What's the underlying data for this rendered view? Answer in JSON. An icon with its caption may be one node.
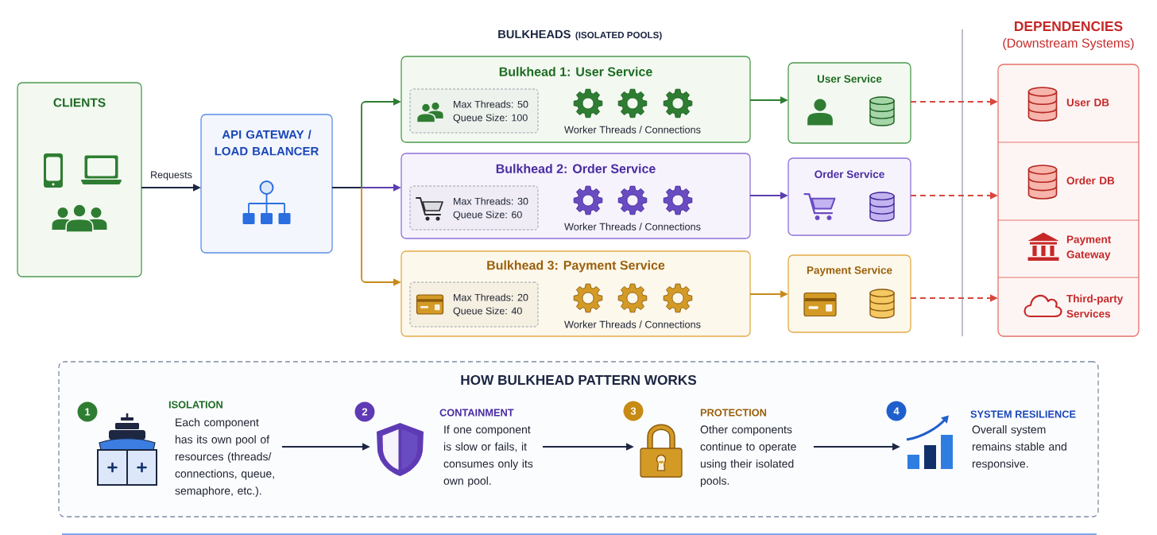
{
  "diagram": {
    "nodes": [
      {
        "text": [
          "CLIENTS"
        ]
      },
      {
        "text": [
          "API GATEWAY / LOAD BALANCER"
        ]
      },
      {
        "text": [
          "Bulkhead 1: User Service",
          "Worker Threads / Connections"
        ]
      },
      {
        "text": [
          "Max Threads: 50",
          "Queue Size: 100"
        ],
        "in": 2
      },
      {
        "text": [
          "Bulkhead 2: Order Service",
          "Worker Threads / Connections"
        ]
      },
      {
        "text": [
          "Max Threads: 30",
          "Queue Size: 60"
        ],
        "in": 4
      },
      {
        "text": [
          "Bulkhead 3: Payment Service",
          "Worker Threads / Connections"
        ]
      },
      {
        "text": [
          "Max Threads: 20",
          "Queue Size: 40"
        ],
        "in": 6
      },
      {
        "text": [
          "User Service"
        ]
      },
      {
        "text": [
          "Order Service"
        ]
      },
      {
        "text": [
          "Payment Service"
        ]
      },
      {
        "text": [
          "DEPENDENCIES",
          "(Downstream Systems)"
        ]
      },
      {
        "text": [
          "User DB"
        ],
        "in": 11
      },
      {
        "text": [
          "Order DB"
        ],
        "in": 11
      },
      {
        "text": [
          "Payment Gateway"
        ],
        "in": 11
      },
      {
        "text": [
          "Third-party Services"
        ],
        "in": 11
      },
      {
        "text": [
          "HOW BULKHEAD PATTERN WORKS"
        ]
      },
      {
        "text": [
          "1"
        ],
        "in": 16
      },
      {
        "text": [],
        "shape": "picture",
        "in": 16
      },
      {
        "text": [
          "ISOLATION",
          "Each component has its own pool of resources (threads/ connections, queue, semaphore, etc.)."
        ],
        "in": 16
      },
      {
        "text": [
          "2"
        ],
        "in": 16
      },
      {
        "text": [],
        "shape": "picture",
        "in": 16
      },
      {
        "text": [
          "CONTAINMENT",
          "If one component is slow or fails, it consumes only its own pool."
        ],
        "in": 16
      },
      {
        "text": [
          "3"
        ],
        "in": 16
      },
      {
        "text": [],
        "shape": "picture",
        "in": 16
      },
      {
        "text": [
          "PROTECTION",
          "Other components continue to operate using their isolated pools."
        ],
        "in": 16
      },
      {
        "text": [
          "4"
        ],
        "in": 16
      },
      {
        "text": [],
        "shape": "picture",
        "in": 16
      },
      {
        "text": [
          "SYSTEM RESILIENCE",
          "Overall system remains stable and responsive."
        ],
        "in": 16
      }
    ],
    "edges": [
      {
        "from": 0,
        "to": 1,
        "arrow": "to",
        "label": "Requests"
      },
      {
        "from": 1,
        "to": 2,
        "arrow": "to",
        "color": "#2e7d32"
      },
      {
        "from": 1,
        "to": 4,
        "arrow": "to",
        "color": "#5b3fb0"
      },
      {
        "from": 1,
        "to": 6,
        "arrow": "to",
        "color": "#c98a1c"
      },
      {
        "from": 2,
        "to": 8,
        "arrow": "to",
        "color": "#2e7d32"
      },
      {
        "from": 4,
        "to": 9,
        "arrow": "to",
        "color": "#5b3fb0"
      },
      {
        "from": 6,
        "to": 10,
        "arrow": "to",
        "color": "#c98a1c"
      },
      {
        "from": 8,
        "to": 12,
        "arrow": "to",
        "style": "dashed",
        "color": "#d9483f"
      },
      {
        "from": 9,
        "to": 13,
        "arrow": "to",
        "style": "dashed",
        "color": "#d9483f"
      },
      {
        "from": 10,
        "to": 15,
        "arrow": "to",
        "style": "dashed",
        "color": "#d9483f"
      },
      {
        "from": 19,
        "to": 21,
        "arrow": "to"
      },
      {
        "from": 22,
        "to": 24,
        "arrow": "to"
      },
      {
        "from": 25,
        "to": 27,
        "arrow": "to"
      }
    ],
    "labels": [
      "BULKHEADS",
      "(ISOLATED POOLS)"
    ]
  }
}
